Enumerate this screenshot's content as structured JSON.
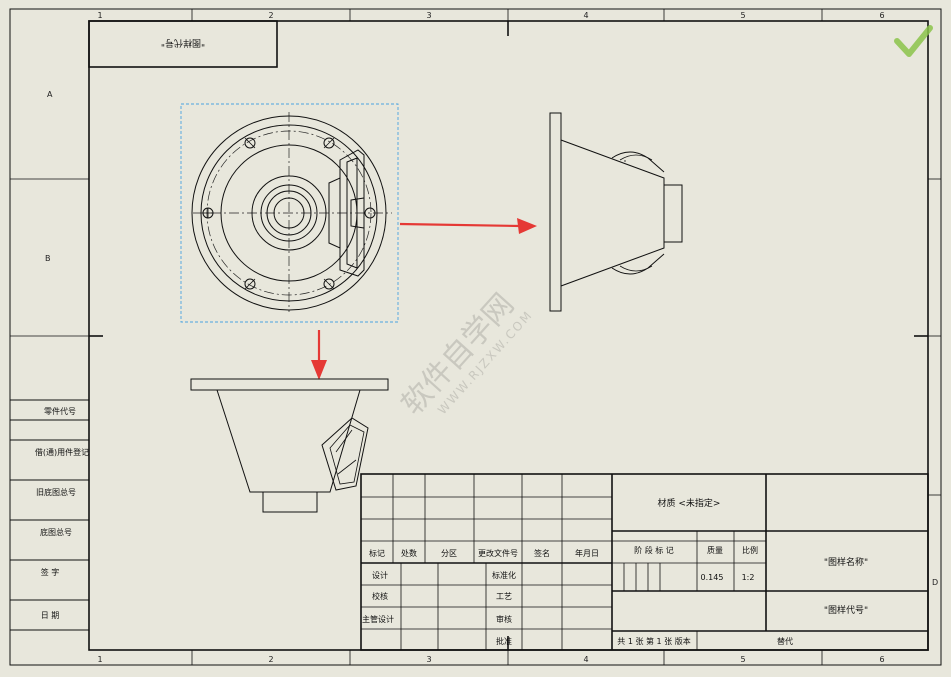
{
  "colors": {
    "sheet_bg": "#e8e7dc",
    "line": "#111111",
    "arrow": "#e53935",
    "selection": "#4aa3df",
    "checkmark": "#8bc34a"
  },
  "zones": {
    "columns": [
      "1",
      "2",
      "3",
      "4",
      "5",
      "6"
    ],
    "rows_left": [
      "A",
      "B"
    ],
    "rows_right": [
      "D"
    ]
  },
  "stamp_box": {
    "text": "\"图样代号\""
  },
  "left_table": {
    "rows": [
      "零件代号",
      "借(通)用件登记",
      "旧底图总号",
      "底图总号",
      "签 字",
      "日 期"
    ]
  },
  "title_block": {
    "material": "材质 <未指定>",
    "drawing_name": "\"图样名称\"",
    "drawing_code": "\"图样代号\"",
    "rev_headers": [
      "标记",
      "处数",
      "分区",
      "更改文件号",
      "签名",
      "年月日"
    ],
    "sign_labels_left": [
      "设计",
      "校核",
      "主管设计"
    ],
    "sign_labels_mid": [
      "标准化",
      "工艺",
      "审核",
      "批准"
    ],
    "stage_header": "阶 段 标 记",
    "mass_header": "质量",
    "scale_header": "比例",
    "mass_value": "0.145",
    "scale_value": "1:2",
    "sheets_text": "共 1 张  第 1 张 版本",
    "replace_text": "替代"
  },
  "watermark": {
    "text": "软件自学网",
    "url": "WWW.RJZXW.COM"
  },
  "icons": {
    "status": "check-icon",
    "arrow_right": "red-arrow-right-icon",
    "arrow_down": "red-arrow-down-icon"
  }
}
